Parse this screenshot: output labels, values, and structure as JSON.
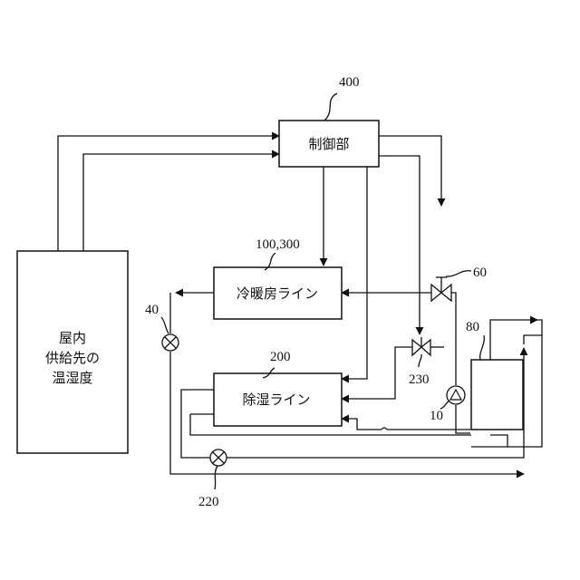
{
  "blocks": {
    "indoor": [
      "屋内",
      "供給先の",
      "温湿度"
    ],
    "controller": "制御部",
    "cooling_heating_line": "冷暖房ライン",
    "dehumidify_line": "除湿ライン"
  },
  "reference_numbers": {
    "controller": "400",
    "cooling_heating_line": "100,300",
    "dehumidify_line": "200",
    "valve_60": "60",
    "tank_80": "80",
    "valve_40": "40",
    "valve_230": "230",
    "pump_10": "10",
    "valve_220": "220"
  }
}
